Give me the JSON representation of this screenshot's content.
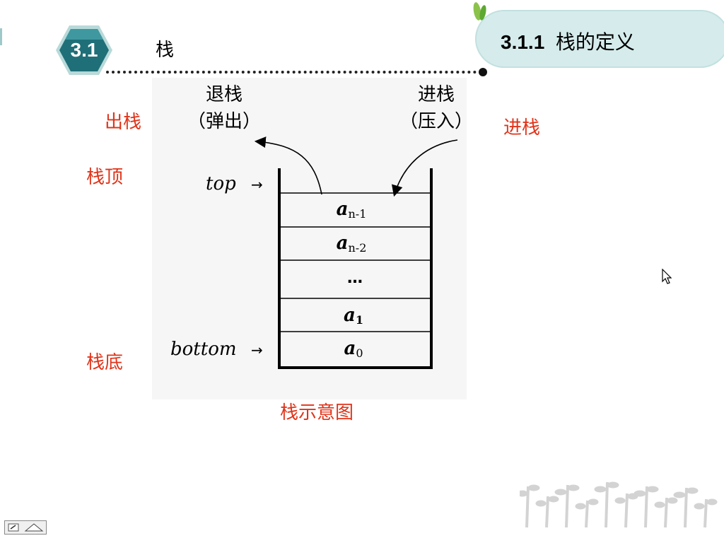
{
  "slide": {
    "section_number": "3.1",
    "section_title": "栈",
    "subsection_number": "3.1.1",
    "subsection_title": "栈的定义"
  },
  "labels": {
    "pop": "出栈",
    "push": "进栈",
    "stack_top": "栈顶",
    "stack_bottom": "栈底",
    "caption": "栈示意图"
  },
  "diagram": {
    "pop_label_line1": "退栈",
    "pop_label_line2": "（弹出）",
    "push_label_line1": "进栈",
    "push_label_line2": "（压入）",
    "top_pointer": "top",
    "bottom_pointer": "bottom",
    "arrow_glyph": "→",
    "cells": [
      {
        "base": "a",
        "sub": "n-1"
      },
      {
        "base": "a",
        "sub": "n-2"
      },
      {
        "base": "…",
        "sub": ""
      },
      {
        "base": "a",
        "sub": "1"
      },
      {
        "base": "a",
        "sub": "0"
      }
    ]
  },
  "colors": {
    "accent_red": "#e0341a",
    "badge_teal": "#1f6f78",
    "header_bg": "#d6ecec"
  }
}
